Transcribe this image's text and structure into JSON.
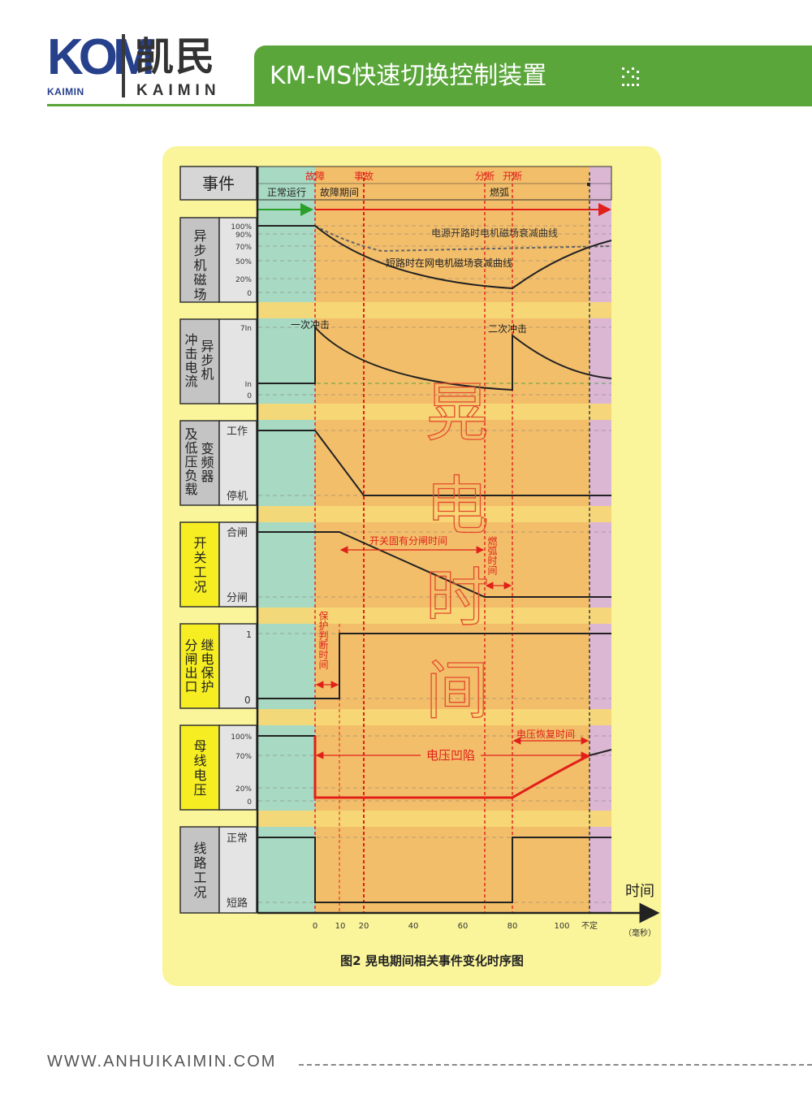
{
  "header": {
    "logo_letters": "KOM",
    "logo_sub": "KAIMIN",
    "brand_cn": "凯民",
    "brand_en": "KAIMIN",
    "title": "KM-MS快速切换控制装置"
  },
  "diagram": {
    "event_label": "事件",
    "events": {
      "fault": "故障",
      "accident": "事故",
      "split": "分断",
      "open": "开断",
      "normal": "正常运行",
      "fault_period": "故障期间",
      "arc": "燃弧"
    },
    "rows": {
      "motor_field": {
        "label": "异步机磁场",
        "ticks": [
          "100%",
          "90%",
          "70%",
          "50%",
          "20%",
          "0"
        ],
        "curve_open": "电源开路时电机磁场衰减曲线",
        "curve_short": "短路时在网电机磁场衰减曲线"
      },
      "impact_current": {
        "label_a": "冲击电流",
        "label_b": "异步机",
        "ticks": [
          "7In",
          "In",
          "0"
        ],
        "first_impact": "一次冲击",
        "second_impact": "二次冲击"
      },
      "lowvoltage_load": {
        "label_a": "及低压负载",
        "label_b": "变频器",
        "ticks": [
          "工作",
          "停机"
        ]
      },
      "switch_state": {
        "label": "开关工况",
        "ticks": [
          "合闸",
          "分闸"
        ],
        "switch_time": "开关固有分闸时间",
        "arc_time": "燃弧时间"
      },
      "relay": {
        "label_a": "分闸出口",
        "label_b": "继电保护",
        "ticks": [
          "1",
          "0"
        ],
        "protect_time": "保护判断时间"
      },
      "bus_voltage": {
        "label": "母线电压",
        "ticks": [
          "100%",
          "70%",
          "20%",
          "0"
        ],
        "sag": "电压凹陷",
        "recover": "电压恢复时间"
      },
      "line_state": {
        "label": "线路工况",
        "ticks": [
          "正常",
          "短路"
        ]
      }
    },
    "watermark": [
      "晃",
      "电",
      "时",
      "间"
    ],
    "time_axis": {
      "label": "时间",
      "unit": "（毫秒）",
      "ticks": [
        "0",
        "10",
        "20",
        "40",
        "60",
        "80",
        "100",
        "不定"
      ]
    },
    "caption": "图2 晃电期间相关事件变化时序图"
  },
  "footer": {
    "url": "WWW.ANHUIKAIMIN.COM"
  },
  "colors": {
    "brand_green": "#5aa63a",
    "brand_blue": "#27408b",
    "panel_yellow": "#faf59a",
    "event_red": "#e0201a"
  }
}
